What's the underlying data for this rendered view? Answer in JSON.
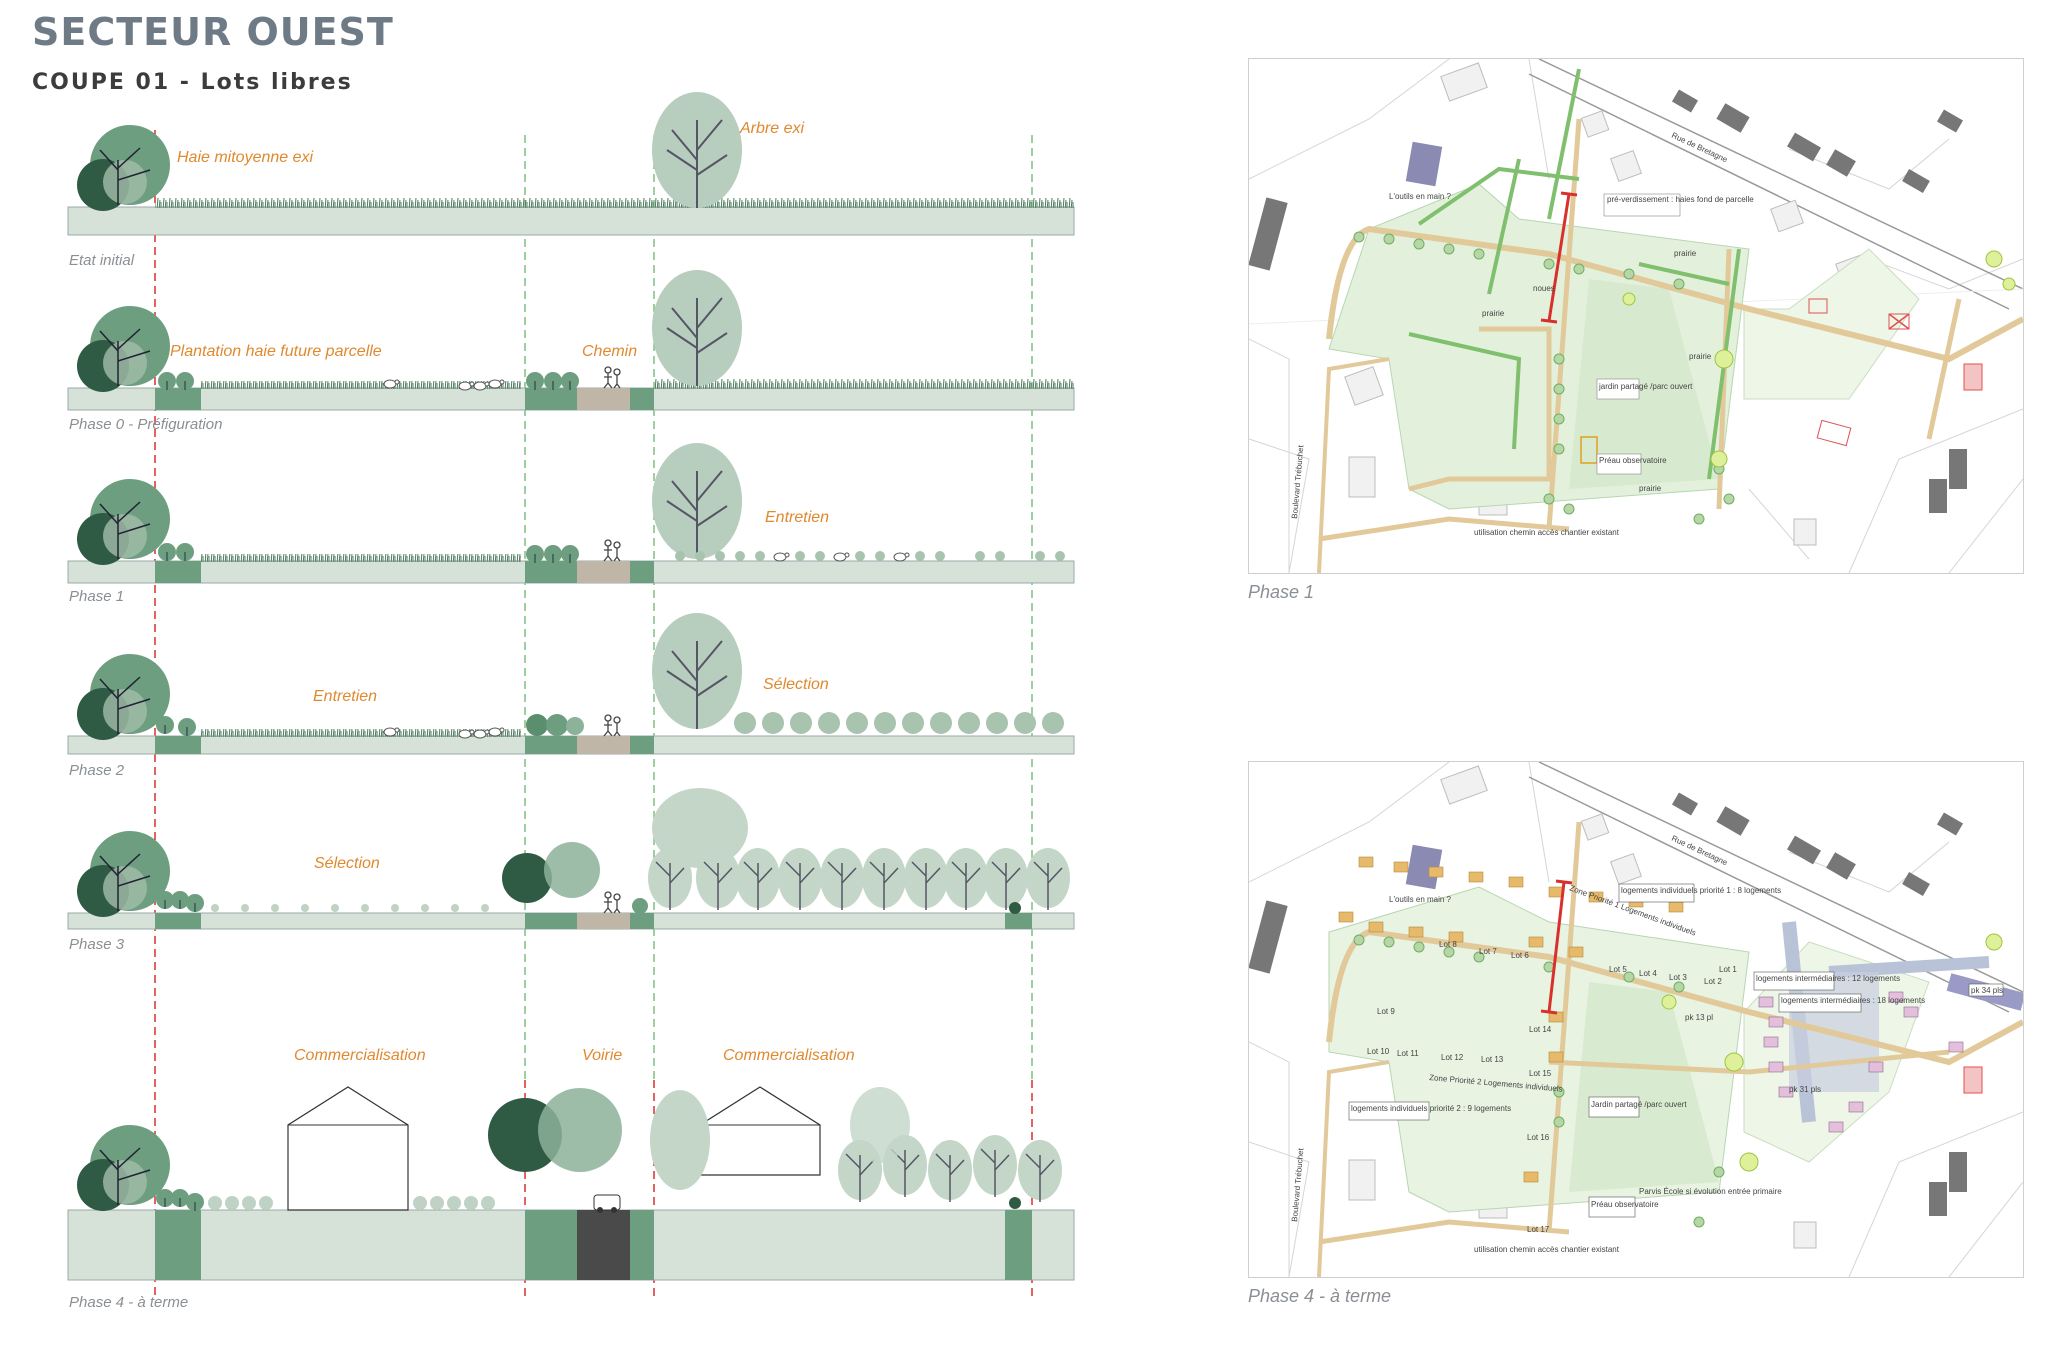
{
  "header": {
    "title": "SECTEUR OUEST",
    "subtitle": "COUPE 01 - Lots libres"
  },
  "rows": [
    {
      "caption": "Etat initial",
      "labels": [
        "Haie mitoyenne exi",
        "Arbre exi"
      ]
    },
    {
      "caption": "Phase 0 - Préfiguration",
      "labels": [
        "Plantation haie future parcelle",
        "Chemin"
      ]
    },
    {
      "caption": "Phase 1",
      "labels": [
        "Entretien"
      ]
    },
    {
      "caption": "Phase 2",
      "labels": [
        "Entretien",
        "Sélection"
      ]
    },
    {
      "caption": "Phase 3",
      "labels": [
        "Sélection"
      ]
    },
    {
      "caption": "Phase 4 - à terme",
      "labels": [
        "Commercialisation",
        "Voirie",
        "Commercialisation"
      ]
    }
  ],
  "maps": [
    {
      "caption": "Phase 1",
      "labels": {
        "street": "Rue de Bretagne",
        "boulevard": "Boulevard Trébuchet",
        "outils": "L'outils en main ?",
        "preverd": "pré-verdissement : haies fond de parcelle",
        "prairie1": "prairie",
        "prairie2": "prairie",
        "prairie3": "prairie",
        "prairie4": "prairie",
        "noues": "noues",
        "jardin": "jardin partagé /parc ouvert",
        "preau": "Préau observatoire",
        "chemin": "utilisation chemin accès chantier existant"
      }
    },
    {
      "caption": "Phase 4 - à terme",
      "labels": {
        "street": "Rue de Bretagne",
        "boulevard": "Boulevard Trébuchet",
        "outils": "L'outils en main ?",
        "zone1": "Zone Priorité 1 Logements individuels",
        "zone2": "Zone Priorité 2 Logements individuels",
        "logind1": "logements individuels priorité 1 : 8 logements",
        "logind2": "logements individuels priorité 2 : 9 logements",
        "loginter1": "logements intermédiaires : 12 logements",
        "loginter2": "logements intermédiaires : 18 logements",
        "lot8": "Lot 8",
        "lot7": "Lot 7",
        "lot6": "Lot 6",
        "lot5": "Lot 5",
        "lot4": "Lot 4",
        "lot3": "Lot 3",
        "lot2": "Lot 2",
        "lot1": "Lot 1",
        "lot9": "Lot 9",
        "lot10": "Lot 10",
        "lot11": "Lot 11",
        "lot12": "Lot 12",
        "lot13": "Lot 13",
        "lot14": "Lot 14",
        "lot15": "Lot 15",
        "lot16": "Lot 16",
        "lot17": "Lot 17",
        "pk1": "pk 13 pl",
        "pk2": "pk 31 pls",
        "pk3": "pk 34 pls",
        "jardin": "Jardin partagé /parc ouvert",
        "preau": "Préau observatoire",
        "ecole": "Parvis École si évolution entrée primaire",
        "chemin": "utilisation chemin accès chantier existant"
      }
    }
  ]
}
